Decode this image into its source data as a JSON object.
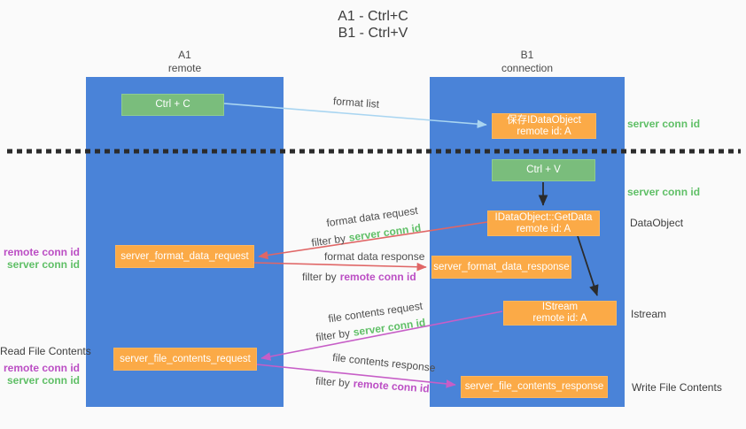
{
  "title": {
    "line1": "A1 - Ctrl+C",
    "line2": "B1 - Ctrl+V"
  },
  "lanes": {
    "left": {
      "title": "A1",
      "subtitle": "remote"
    },
    "right": {
      "title": "B1",
      "subtitle": "connection"
    }
  },
  "nodes": {
    "ctrl_c": {
      "label": "Ctrl + C"
    },
    "save_idataobject": {
      "line1": "保存IDataObject",
      "line2": "remote id: A"
    },
    "ctrl_v": {
      "label": "Ctrl + V"
    },
    "getdata": {
      "line1": "IDataObject::GetData",
      "line2": "remote id: A"
    },
    "format_request": {
      "label": "server_format_data_request"
    },
    "format_response": {
      "label": "server_format_data_response"
    },
    "istream": {
      "line1": "IStream",
      "line2": "remote id: A"
    },
    "file_request": {
      "label": "server_file_contents_request"
    },
    "file_response": {
      "label": "server_file_contents_response"
    }
  },
  "arrow_labels": {
    "format_list": "format list",
    "format_data_request": "format data request",
    "format_data_response": "format data response",
    "file_contents_request": "file contents request",
    "file_contents_response": "file contents response",
    "filter_by": "filter by",
    "server_conn_id": "server conn id",
    "remote_conn_id": "remote conn id"
  },
  "annotations": {
    "left_mid": {
      "remote_conn_id": "remote conn id",
      "server_conn_id": "server conn id"
    },
    "left_bottom": {
      "read_file_contents": "Read File Contents",
      "remote_conn_id": "remote conn id",
      "server_conn_id": "server conn id"
    },
    "right": {
      "server_conn_id_1": "server conn id",
      "server_conn_id_2": "server conn id",
      "dataobject": "DataObject",
      "istream": "Istream",
      "write_file_contents": "Write File Contents"
    }
  },
  "colors": {
    "lane_blue": "#4a83d8",
    "node_green": "#7abd7c",
    "node_orange": "#fbaa47",
    "arrow_blue": "#a9d5f1",
    "arrow_red": "#e06666",
    "arrow_magenta": "#c75ec7",
    "arrow_black": "#2b2b2b",
    "text_green": "#5fbf66",
    "text_purple": "#bb4ec4",
    "background": "#fafafa"
  }
}
